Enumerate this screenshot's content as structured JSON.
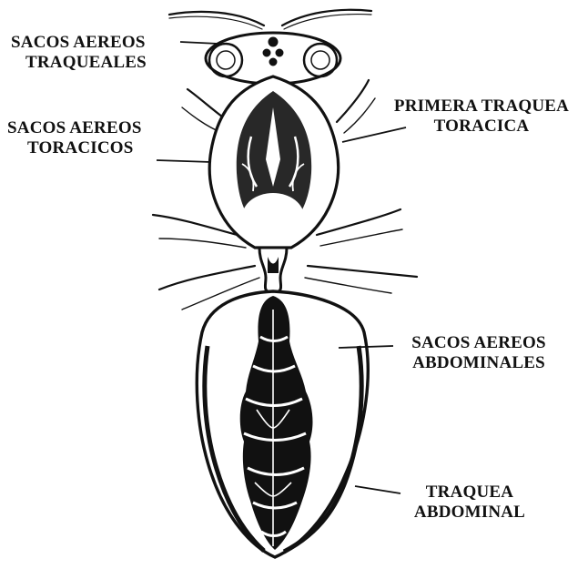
{
  "labels": {
    "tracheal_air_sacs": [
      "SACOS AEREOS",
      "TRAQUEALES"
    ],
    "thoracic_air_sacs": [
      "SACOS AEREOS",
      "TORACICOS"
    ],
    "first_thoracic_trachea": [
      "PRIMERA TRAQUEA",
      "TORACICA"
    ],
    "abdominal_air_sacs": [
      "SACOS AEREOS",
      "ABDOMINALES"
    ],
    "abdominal_trachea": [
      "TRAQUEA",
      "ABDOMINAL"
    ]
  },
  "colors": {
    "ink": "#111111",
    "background": "#ffffff"
  }
}
